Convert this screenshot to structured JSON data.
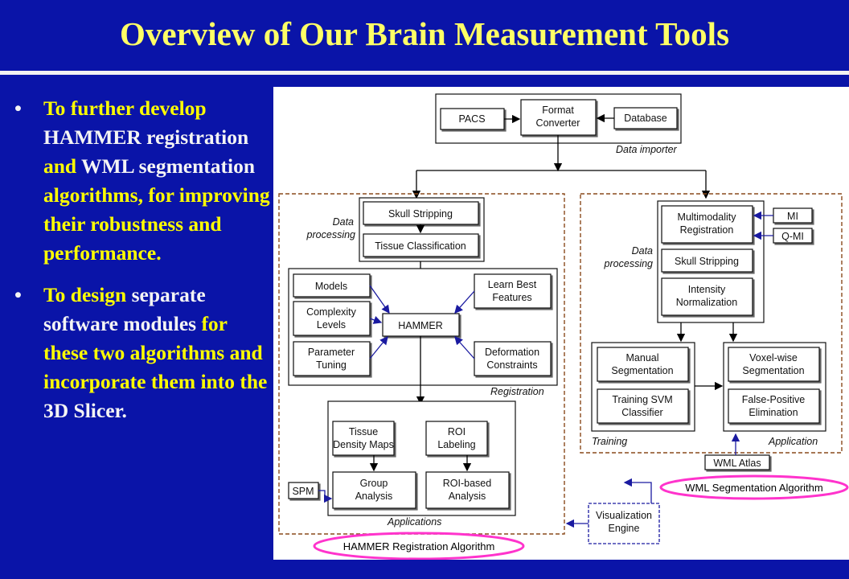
{
  "slide": {
    "title": "Overview of Our Brain Measurement Tools"
  },
  "bullets": [
    {
      "segments": [
        {
          "text": "To further develop ",
          "color": "yellow"
        },
        {
          "text": "HAMMER registration ",
          "color": "white"
        },
        {
          "text": "and ",
          "color": "yellow"
        },
        {
          "text": "WML segmentation ",
          "color": "white"
        },
        {
          "text": "algorithms, for improving their robustness and performance.",
          "color": "yellow"
        }
      ]
    },
    {
      "segments": [
        {
          "text": "To design ",
          "color": "yellow"
        },
        {
          "text": "separate software modules ",
          "color": "white"
        },
        {
          "text": "for these two algorithms and incorporate them into the ",
          "color": "yellow"
        },
        {
          "text": "3D Slicer.",
          "color": "white"
        }
      ]
    }
  ],
  "colors": {
    "background": "#0a14a8",
    "title": "#ffff66",
    "bullet_yellow": "#ffff00",
    "bullet_white": "#f4f4f4",
    "dashed_border": "#8a4a1c",
    "highlight_oval": "#ff33cc",
    "arrow_blue": "#1a1aa0"
  },
  "diagram": {
    "importer": {
      "pacs": "PACS",
      "format_converter": [
        "Format",
        "Converter"
      ],
      "database": "Database",
      "label": "Data importer"
    },
    "hammer": {
      "data_processing_label": [
        "Data",
        "processing"
      ],
      "skull_stripping": "Skull Stripping",
      "tissue_classification": "Tissue Classification",
      "models": "Models",
      "complexity_levels": [
        "Complexity",
        "Levels"
      ],
      "parameter_tuning": [
        "Parameter",
        "Tuning"
      ],
      "hammer": "HAMMER",
      "learn_best_features": [
        "Learn Best",
        "Features"
      ],
      "deformation_constraints": [
        "Deformation",
        "Constraints"
      ],
      "registration_label": "Registration",
      "tissue_density_maps": [
        "Tissue",
        "Density Maps"
      ],
      "roi_labeling": [
        "ROI",
        "Labeling"
      ],
      "group_analysis": [
        "Group",
        "Analysis"
      ],
      "roi_based_analysis": [
        "ROI-based",
        "Analysis"
      ],
      "spm": "SPM",
      "applications_label": "Applications",
      "algorithm_label": "HAMMER Registration Algorithm"
    },
    "wml": {
      "data_processing_label": [
        "Data",
        "processing"
      ],
      "multimodality_registration": [
        "Multimodality",
        "Registration"
      ],
      "mi": "MI",
      "q_mi": "Q-MI",
      "skull_stripping": "Skull Stripping",
      "intensity_normalization": [
        "Intensity",
        "Normalization"
      ],
      "manual_segmentation": [
        "Manual",
        "Segmentation"
      ],
      "training_svm_classifier": [
        "Training SVM",
        "Classifier"
      ],
      "training_label": "Training",
      "voxel_wise_segmentation": [
        "Voxel-wise",
        "Segmentation"
      ],
      "false_positive_elimination": [
        "False-Positive",
        "Elimination"
      ],
      "application_label": "Application",
      "wml_atlas": "WML Atlas",
      "algorithm_label": "WML Segmentation Algorithm"
    },
    "visualization_engine": [
      "Visualization",
      "Engine"
    ]
  }
}
